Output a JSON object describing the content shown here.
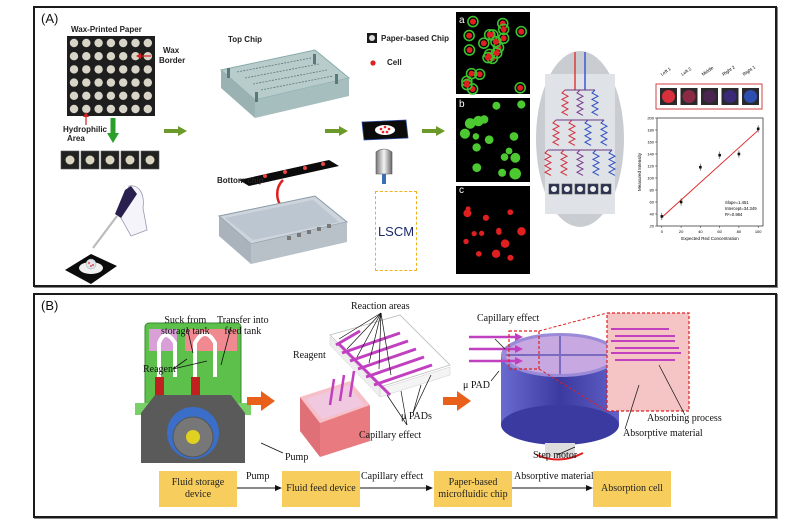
{
  "panels": {
    "a": {
      "label": "(A)",
      "wax_paper_title": "Wax-Printed Paper",
      "wax_border_label": "Wax\nBorder",
      "wax_border_line1": "Wax",
      "wax_border_line2": "Border",
      "hydrophilic_line1": "Hydrophilic",
      "hydrophilic_line2": "Area",
      "top_chip_label": "Top Chip",
      "bottom_chip_label": "Bottom chip",
      "legend": [
        {
          "icon": "paper-chip-icon",
          "label": "Paper-based Chip"
        },
        {
          "icon": "cell-dot-icon",
          "label": "Cell"
        }
      ],
      "lscm_label": "LSCM",
      "micrograph_labels": [
        "a",
        "b",
        "c"
      ],
      "swatch_labels": [
        "Left 1",
        "Left 2",
        "Middle",
        "Right 2",
        "Right 1"
      ],
      "swatch_colors": [
        "#d8303c",
        "#8a2a45",
        "#4a2550",
        "#3b2a78",
        "#2e4fb0"
      ],
      "colors": {
        "arrow_green": "#6b9a2a",
        "arrow_down_green": "#2aa02a",
        "lscm_border": "#f0b020",
        "lscm_text": "#1a2a6a",
        "red": "#e02020"
      }
    },
    "b": {
      "label": "(B)",
      "annotations": {
        "suck_from": "Suck from\nstorage tank",
        "suck_line1": "Suck from",
        "suck_line2": "storage tank",
        "transfer_line1": "Transfer  into",
        "transfer_line2": "feed tank",
        "reagent_left": "Reagent",
        "pump": "Pump",
        "reagent_mid": "Reagent",
        "reaction_areas": "Reaction areas",
        "upads": "μ PADs",
        "capillary_mid": "Capillary effect",
        "capillary_right": "Capillary effect",
        "upad": "μ  PAD",
        "step_motor": "Step motor",
        "absorbing_process": "Absorbing process",
        "absorptive_material": "Absorptive material"
      },
      "flow": {
        "boxes": [
          "Fluid storage device",
          "Fluid feed device",
          "Paper-based microfluidic chip",
          "Absorption cell"
        ],
        "connectors": [
          "Pump",
          "Capillary effect",
          "Absorptive material"
        ]
      },
      "colors": {
        "flow_box": "#f7cd5e",
        "orange_arrow": "#e8601a",
        "device_green": "#5cc04a",
        "pad_magenta": "#c040c0",
        "tank_pink": "#e87a80",
        "cylinder_blue": "#5050b0"
      }
    }
  },
  "chart_data": {
    "type": "scatter",
    "title": "",
    "xlabel": "Expected Red Concentration",
    "ylabel": "Measured Intensity",
    "x": [
      0,
      20,
      40,
      60,
      80,
      100
    ],
    "y": [
      36,
      60,
      118,
      138,
      140,
      182
    ],
    "xlim": [
      -5,
      105
    ],
    "ylim": [
      20,
      200
    ],
    "xticks": [
      0,
      20,
      40,
      60,
      80,
      100
    ],
    "yticks": [
      20,
      40,
      60,
      80,
      100,
      120,
      140,
      160,
      180,
      200
    ],
    "fit": {
      "slope": 1.451,
      "intercept": 34.349,
      "r2": 0.984
    },
    "annotation_lines": [
      "Slope=1.451",
      "Intercept=34.349",
      "R²=0.984"
    ],
    "legend": "none",
    "grid": false
  }
}
